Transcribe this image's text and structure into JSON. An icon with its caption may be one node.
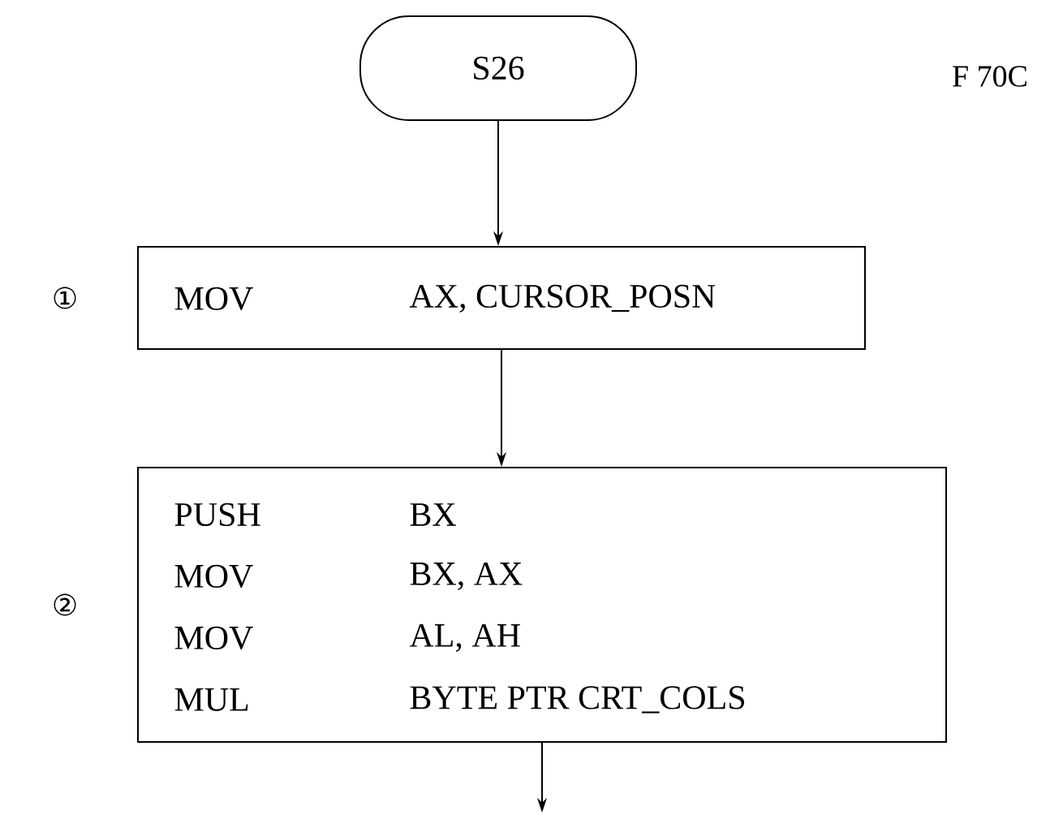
{
  "diagram": {
    "nodes": [
      {
        "text": [
          "S26"
        ]
      },
      {
        "text": [
          "MOV",
          "AX, CURSOR_POSN"
        ],
        "beside": [
          "①"
        ]
      },
      {
        "text": [
          "PUSH",
          "BX",
          "MOV",
          "BX, AX",
          "MOV",
          "AL, AH",
          "MUL",
          "BYTE PTR CRT_COLS"
        ],
        "beside": [
          "②"
        ]
      }
    ],
    "edges": [
      {
        "from": 0,
        "to": 1,
        "arrow": "to"
      },
      {
        "from": 1,
        "to": 2,
        "arrow": "to"
      },
      {
        "from": 2,
        "to": null,
        "arrow": "to"
      }
    ],
    "labels": [
      "F 70C"
    ]
  }
}
